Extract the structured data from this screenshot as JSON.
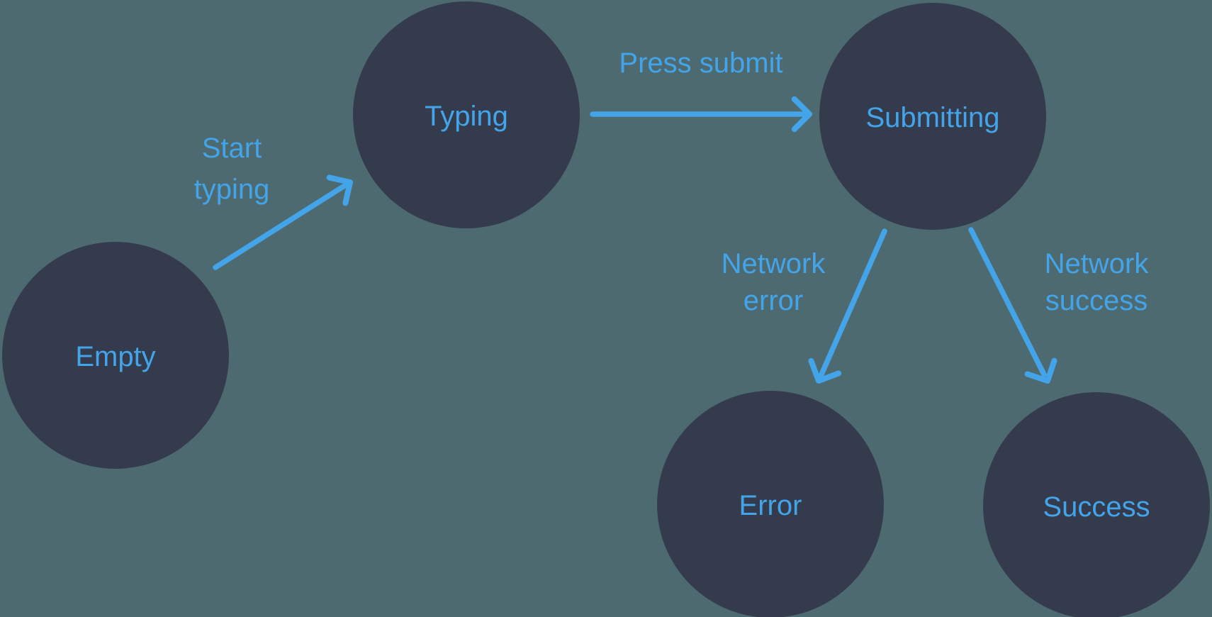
{
  "diagram": {
    "kind": "state-machine",
    "colors": {
      "background": "#4e6a71",
      "node_fill": "#343b4c",
      "accent": "#43a4e9"
    },
    "nodes": [
      {
        "id": "empty",
        "label": "Empty"
      },
      {
        "id": "typing",
        "label": "Typing"
      },
      {
        "id": "submitting",
        "label": "Submitting"
      },
      {
        "id": "error",
        "label": "Error"
      },
      {
        "id": "success",
        "label": "Success"
      }
    ],
    "edges": [
      {
        "from": "empty",
        "to": "typing",
        "label": "Start typing",
        "label_lines": [
          "Start",
          "typing"
        ]
      },
      {
        "from": "typing",
        "to": "submitting",
        "label": "Press submit",
        "label_lines": [
          "Press submit"
        ]
      },
      {
        "from": "submitting",
        "to": "error",
        "label": "Network error",
        "label_lines": [
          "Network",
          "error"
        ]
      },
      {
        "from": "submitting",
        "to": "success",
        "label": "Network success",
        "label_lines": [
          "Network",
          "success"
        ]
      }
    ]
  }
}
